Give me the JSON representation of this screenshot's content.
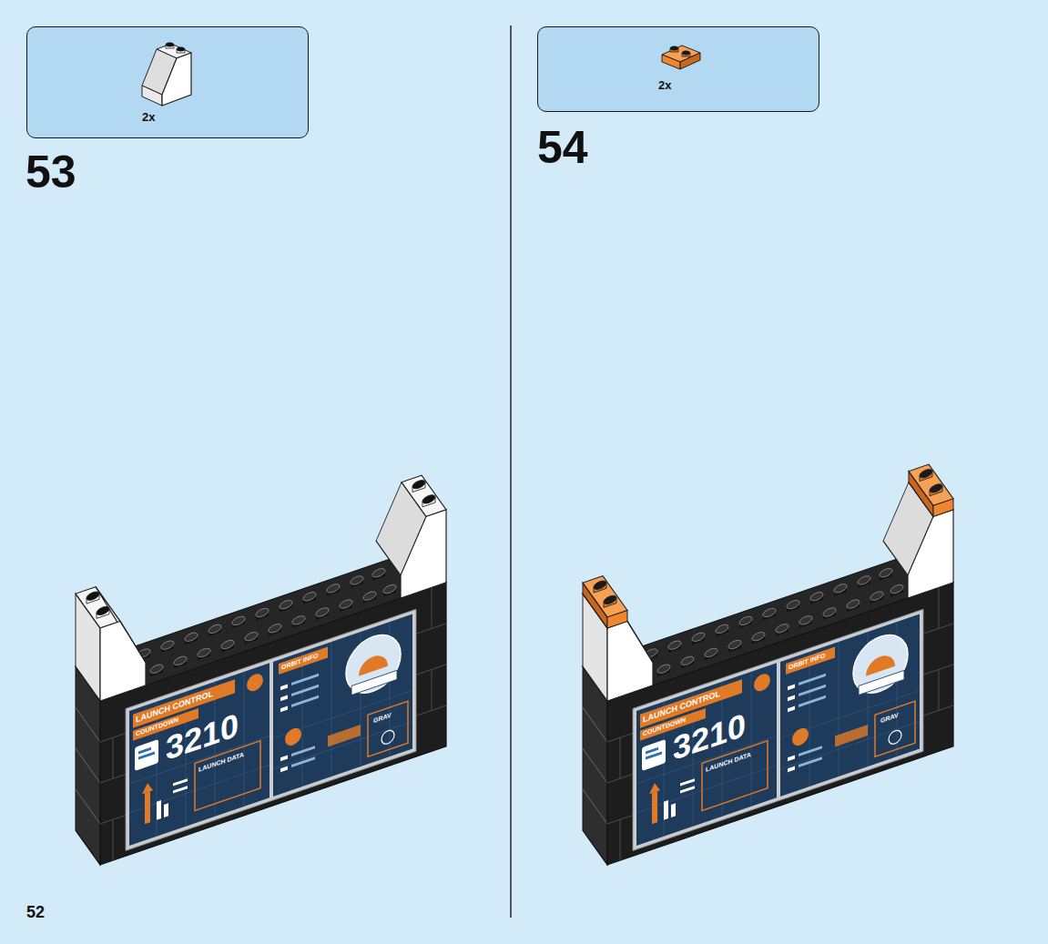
{
  "diagram": {
    "nodes": [
      {
        "text": [
          "2x"
        ]
      },
      {
        "text": [
          "2x"
        ]
      }
    ],
    "labels": [
      "53",
      "LAUNCH CONTROL",
      "COUNTDOWN",
      "3210",
      "LAUNCH DATA",
      "ORBIT INFO",
      "GRAV",
      "52",
      "54",
      "LAUNCH CONTROL",
      "COUNTDOWN",
      "3210",
      "LAUNCH DATA",
      "ORBIT INFO",
      "GRAV"
    ]
  }
}
